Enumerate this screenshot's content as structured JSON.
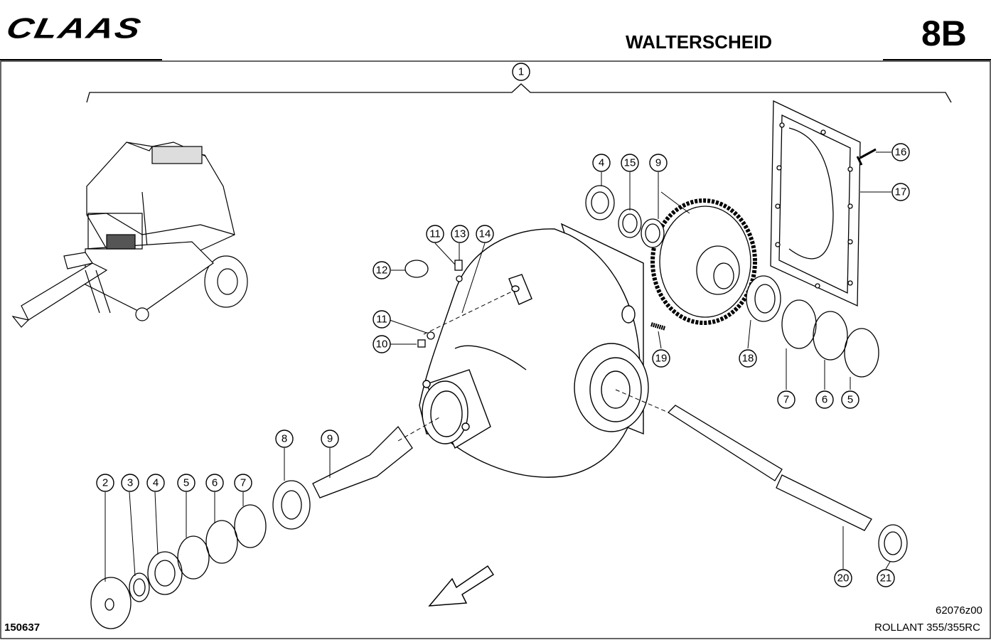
{
  "header": {
    "brand": "CLAAS",
    "title": "WALTERSCHEID",
    "section": "8B"
  },
  "footer": {
    "page_code": "150637",
    "drawing_number": "62076z00",
    "model": "ROLLANT 355/355RC"
  },
  "callouts": [
    "1",
    "2",
    "3",
    "4",
    "5",
    "6",
    "7",
    "8",
    "9",
    "10",
    "11",
    "12",
    "13",
    "14",
    "15",
    "16",
    "17",
    "18",
    "19",
    "20",
    "21"
  ]
}
